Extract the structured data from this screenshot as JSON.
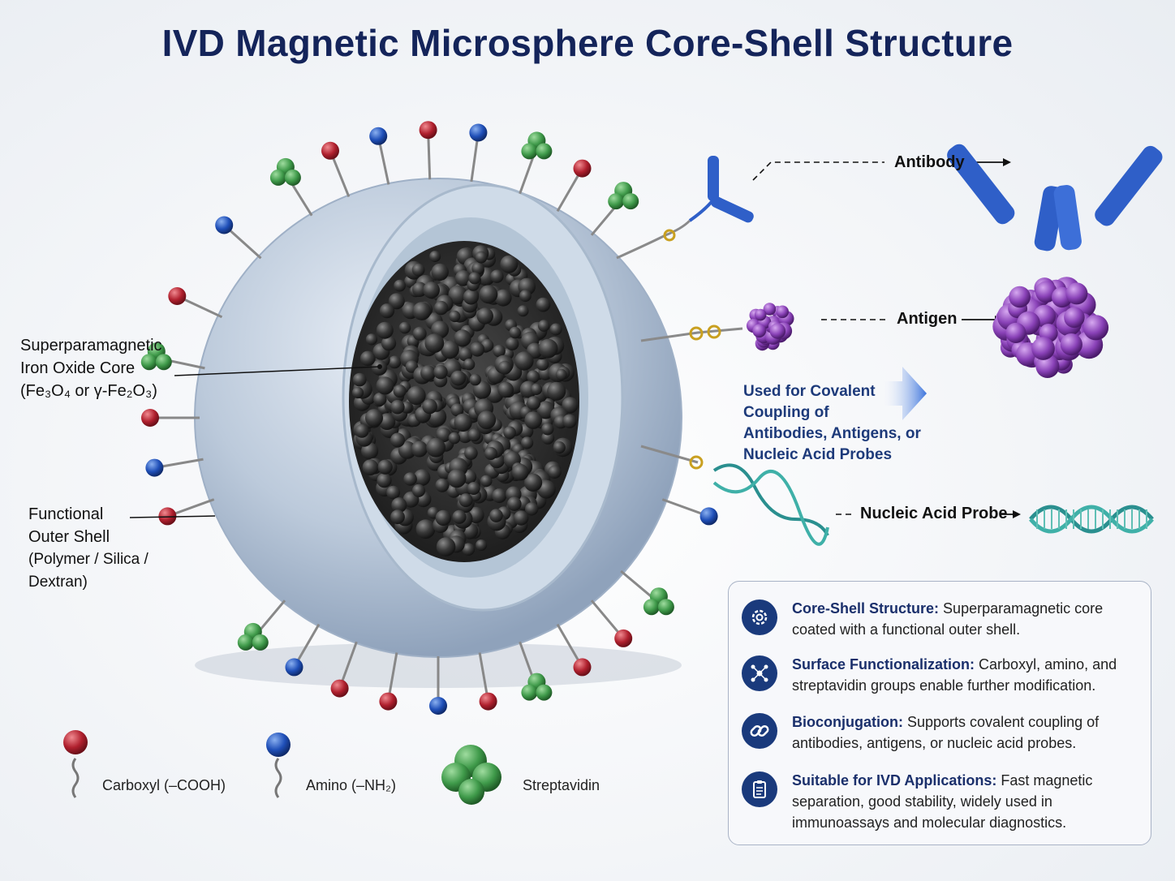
{
  "title": "IVD Magnetic Microsphere Core-Shell Structure",
  "labels": {
    "core_line1": "Superparamagnetic",
    "core_line2": "Iron Oxide Core",
    "core_line3": "(Fe₃O₄ or γ-Fe₂O₃)",
    "shell_line1": "Functional",
    "shell_line2": "Outer Shell",
    "shell_line3": "(Polymer / Silica /",
    "shell_line4": "Dextran)"
  },
  "callouts": {
    "antibody": "Antibody",
    "antigen": "Antigen",
    "nucleic": "Nucleic Acid Probe"
  },
  "coupling_note": {
    "line1": "Used for Covalent",
    "line2": "Coupling of",
    "line3": "Antibodies, Antigens, or",
    "line4": "Nucleic Acid Probes"
  },
  "legend": {
    "carboxyl": "Carboxyl (–COOH)",
    "amino": "Amino (–NH₂)",
    "streptavidin": "Streptavidin"
  },
  "info_box": [
    {
      "icon": "gear-icon",
      "heading": "Core-Shell Structure:",
      "text": "Superparamagnetic core coated with a functional outer shell."
    },
    {
      "icon": "network-icon",
      "heading": "Surface Functionalization:",
      "text": "Carboxyl, amino, and streptavidin groups enable further modification."
    },
    {
      "icon": "link-icon",
      "heading": "Bioconjugation:",
      "text": "Supports covalent coupling of antibodies, antigens, or nucleic acid probes."
    },
    {
      "icon": "clipboard-icon",
      "heading": "Suitable for IVD Applications:",
      "text": "Fast magnetic separation, good stability, widely used in immunoassays and molecular diagnostics."
    }
  ],
  "colors": {
    "title": "#14245a",
    "carboxyl": "#b0202e",
    "amino": "#1f4fb8",
    "streptavidin": "#3f9a4a",
    "antibody": "#2f5fc8",
    "antigen": "#8a42b8",
    "nucleic": "#2a8f8f"
  }
}
